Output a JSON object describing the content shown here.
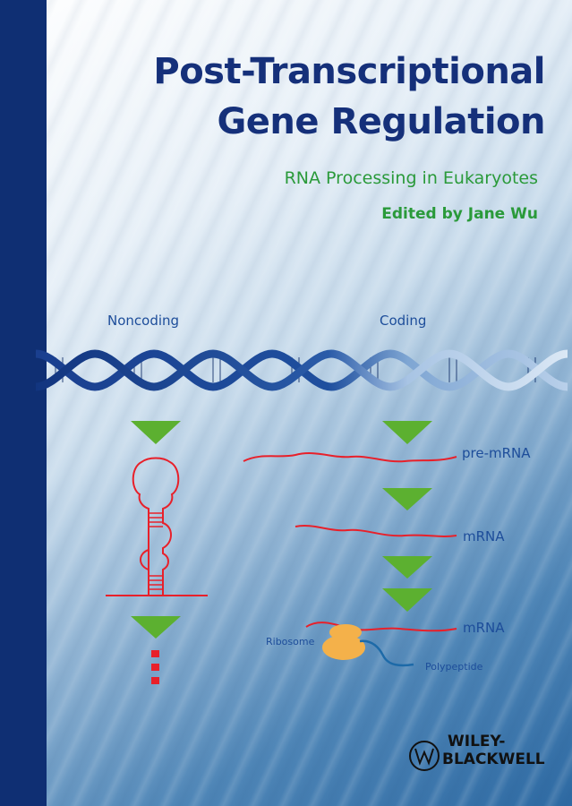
{
  "cover": {
    "title_line1": "Post-Transcriptional",
    "title_line2": "Gene Regulation",
    "subtitle": "RNA Processing in Eukaryotes",
    "editor": "Edited by Jane Wu"
  },
  "figure": {
    "noncoding_label": "Noncoding",
    "coding_label": "Coding",
    "premrna_label": "pre-mRNA",
    "mrna_label_1": "mRNA",
    "mrna_label_2": "mRNA",
    "ribosome_label": "Ribosome",
    "polypeptide_label": "Polypeptide"
  },
  "publisher": {
    "line1": "WILEY-",
    "line2": "BLACKWELL"
  },
  "colors": {
    "spine": "#0f2f73",
    "title": "#15307a",
    "accent_green": "#2a9a3a",
    "arrow_green": "#5cb030",
    "rna_red": "#e8202a",
    "ribosome": "#f4b14a"
  }
}
